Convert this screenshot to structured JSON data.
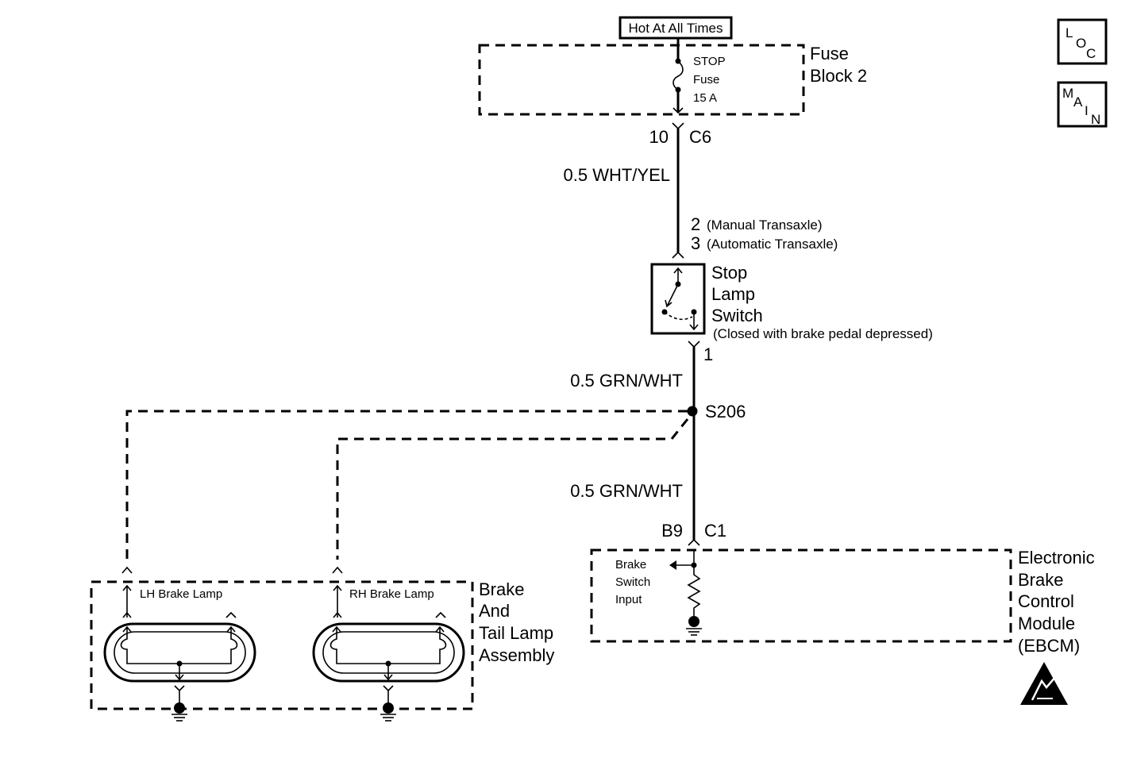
{
  "power": {
    "label": "Hot At All Times"
  },
  "fuse_block": {
    "name_line1": "Fuse",
    "name_line2": "Block 2",
    "fuse_line1": "STOP",
    "fuse_line2": "Fuse",
    "fuse_line3": "15 A",
    "pin": "10",
    "connector": "C6"
  },
  "wire1": {
    "label": "0.5 WHT/YEL"
  },
  "switch_pins": {
    "pin_manual": "2",
    "note_manual": "(Manual Transaxle)",
    "pin_auto": "3",
    "note_auto": "(Automatic Transaxle)",
    "pin_out": "1"
  },
  "stop_switch": {
    "line1": "Stop",
    "line2": "Lamp",
    "line3": "Switch",
    "note": "(Closed with brake pedal depressed)"
  },
  "wire2": {
    "label": "0.5 GRN/WHT"
  },
  "splice": {
    "label": "S206"
  },
  "wire3": {
    "label": "0.5 GRN/WHT"
  },
  "ebcm_connector": {
    "pin": "B9",
    "connector": "C1"
  },
  "ebcm": {
    "line1": "Electronic",
    "line2": "Brake",
    "line3": "Control",
    "line4": "Module",
    "line5": "(EBCM)",
    "input_line1": "Brake",
    "input_line2": "Switch",
    "input_line3": "Input"
  },
  "lamp_assembly": {
    "line1": "Brake",
    "line2": "And",
    "line3": "Tail Lamp",
    "line4": "Assembly",
    "lh_label": "LH Brake Lamp",
    "rh_label": "RH Brake Lamp"
  },
  "badges": {
    "loc_l": "L",
    "loc_o": "O",
    "loc_c": "C",
    "main_m": "M",
    "main_a": "A",
    "main_i": "I",
    "main_n": "N"
  },
  "icons": [
    "fuse-icon",
    "switch-icon",
    "ground-icon",
    "resistor-icon",
    "bulb-filament-icon",
    "esd-warning-icon"
  ]
}
